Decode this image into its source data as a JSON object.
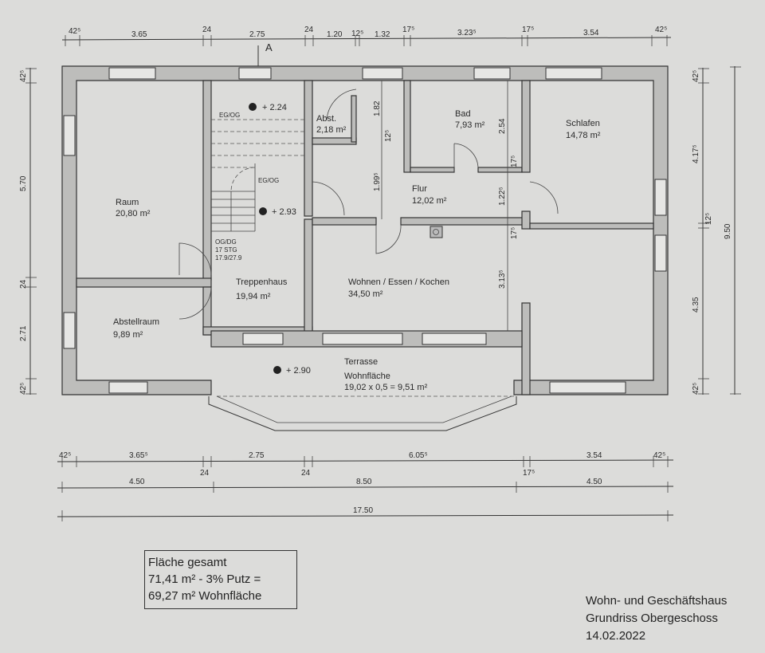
{
  "rooms": {
    "raum": {
      "name": "Raum",
      "area": "20,80 m²"
    },
    "abstellraum": {
      "name": "Abstellraum",
      "area": "9,89 m²"
    },
    "treppenhaus": {
      "name": "Treppenhaus",
      "area": "19,94 m²"
    },
    "abst": {
      "name": "Abst.",
      "area": "2,18 m²"
    },
    "bad": {
      "name": "Bad",
      "area": "7,93 m²"
    },
    "schlafen": {
      "name": "Schlafen",
      "area": "14,78 m²"
    },
    "flur": {
      "name": "Flur",
      "area": "12,02 m²"
    },
    "wohnen": {
      "name": "Wohnen / Essen / Kochen",
      "area": "34,50 m²"
    },
    "terrasse": {
      "name": "Terrasse",
      "label": "Wohnfläche",
      "calc": "19,02 x 0,5 = 9,51 m²"
    }
  },
  "levels": {
    "l1": "+ 2.24",
    "l2": "+ 2.93",
    "l3": "+ 2.90"
  },
  "stair": {
    "eg_og_1": "EG/OG",
    "eg_og_2": "EG/OG",
    "og_dg": "OG/DG",
    "stg": "17  STG",
    "ratio": "17.9/27.9"
  },
  "section_marker": "A",
  "dims": {
    "top": [
      "42⁵",
      "3.65",
      "24",
      "2.75",
      "24",
      "1.20",
      "12⁵",
      "1.32",
      "17⁵",
      "3.23⁵",
      "17⁵",
      "3.54",
      "42⁵"
    ],
    "left": [
      "42⁵",
      "5.70",
      "24",
      "2.71",
      "42⁵"
    ],
    "right_inner": [
      "42⁵",
      "4.17⁵",
      "12⁵",
      "4.35",
      "42⁵"
    ],
    "right_total": "9.50",
    "bottom_1": [
      "42⁵",
      "3.65⁵",
      "24",
      "2.75",
      "24",
      "6.05⁵",
      "17⁵",
      "3.54",
      "42⁵"
    ],
    "bottom_2": [
      "4.50",
      "8.50",
      "4.50"
    ],
    "bottom_total": "17.50",
    "inner": [
      "1.82",
      "12⁵",
      "1.99⁵",
      "2.54",
      "17⁵",
      "1.22⁵",
      "17⁵",
      "3.13⁵"
    ]
  },
  "summary": {
    "line1": "Fläche gesamt",
    "line2": "71,41 m² - 3% Putz =",
    "line3": "69,27 m² Wohnfläche"
  },
  "titleblock": {
    "line1": "Wohn- und Geschäftshaus",
    "line2": "Grundriss Obergeschoss",
    "date": "14.02.2022"
  }
}
